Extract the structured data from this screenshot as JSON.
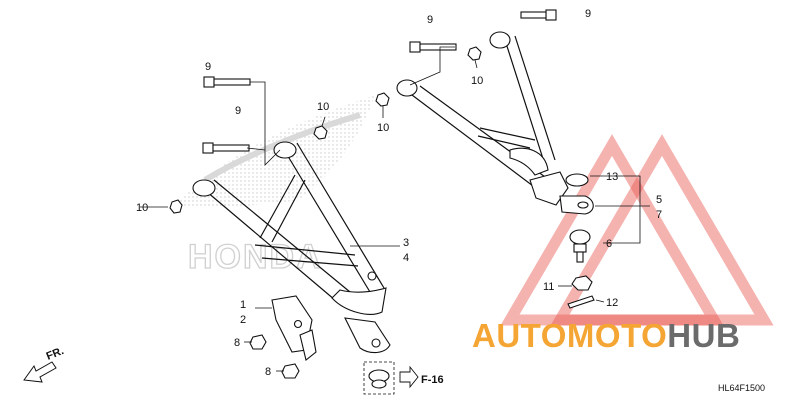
{
  "callouts": {
    "n1": "1",
    "n2": "2",
    "n3": "3",
    "n4": "4",
    "n5": "5",
    "n6": "6",
    "n7": "7",
    "n8a": "8",
    "n8b": "8",
    "n9a": "9",
    "n9b": "9",
    "n9c": "9",
    "n9d": "9",
    "n10a": "10",
    "n10b": "10",
    "n10c": "10",
    "n10d": "10",
    "n11": "11",
    "n12": "12",
    "n13": "13"
  },
  "references": {
    "section": "F-16",
    "front": "FR."
  },
  "watermarks": {
    "honda": "HONDA"
  },
  "brand": {
    "part1": "AUTO",
    "part2": "MOTO",
    "part3": "HUB"
  },
  "diagram_code": "HL64F1500",
  "colors": {
    "brand_orange": "#f4a534",
    "brand_gray": "#6b6b6b",
    "triangle_red": "#e8574f"
  }
}
